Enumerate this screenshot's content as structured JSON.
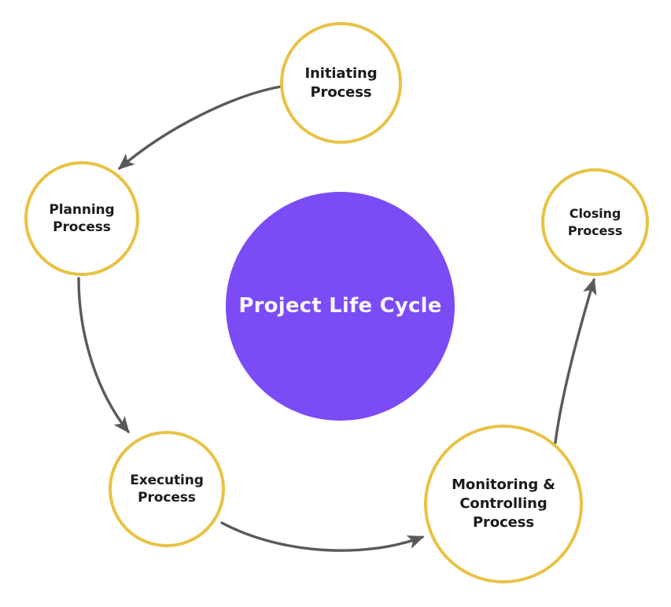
{
  "diagram": {
    "title": "Project Life Cycle",
    "center": {
      "label": "Project Life Cycle",
      "fill_color": "#7b4bf5",
      "text_color": "#f7f5fd"
    },
    "node_border_color": "#e9c244",
    "node_text_color": "#1c1c1c",
    "connector_color": "#5a5a5a",
    "background_color": "#ffffff",
    "nodes": [
      {
        "id": "initiating",
        "label": "Initiating\nProcess"
      },
      {
        "id": "planning",
        "label": "Planning\nProcess"
      },
      {
        "id": "executing",
        "label": "Executing\nProcess"
      },
      {
        "id": "monitoring",
        "label": "Monitoring &\nControlling\nProcess"
      },
      {
        "id": "closing",
        "label": "Closing\nProcess"
      }
    ],
    "connectors": [
      {
        "id": "initiating-to-planning",
        "from": "initiating",
        "to": "planning"
      },
      {
        "id": "planning-to-executing",
        "from": "planning",
        "to": "executing"
      },
      {
        "id": "executing-to-monitoring",
        "from": "executing",
        "to": "monitoring"
      },
      {
        "id": "monitoring-to-closing",
        "from": "monitoring",
        "to": "closing"
      }
    ]
  }
}
